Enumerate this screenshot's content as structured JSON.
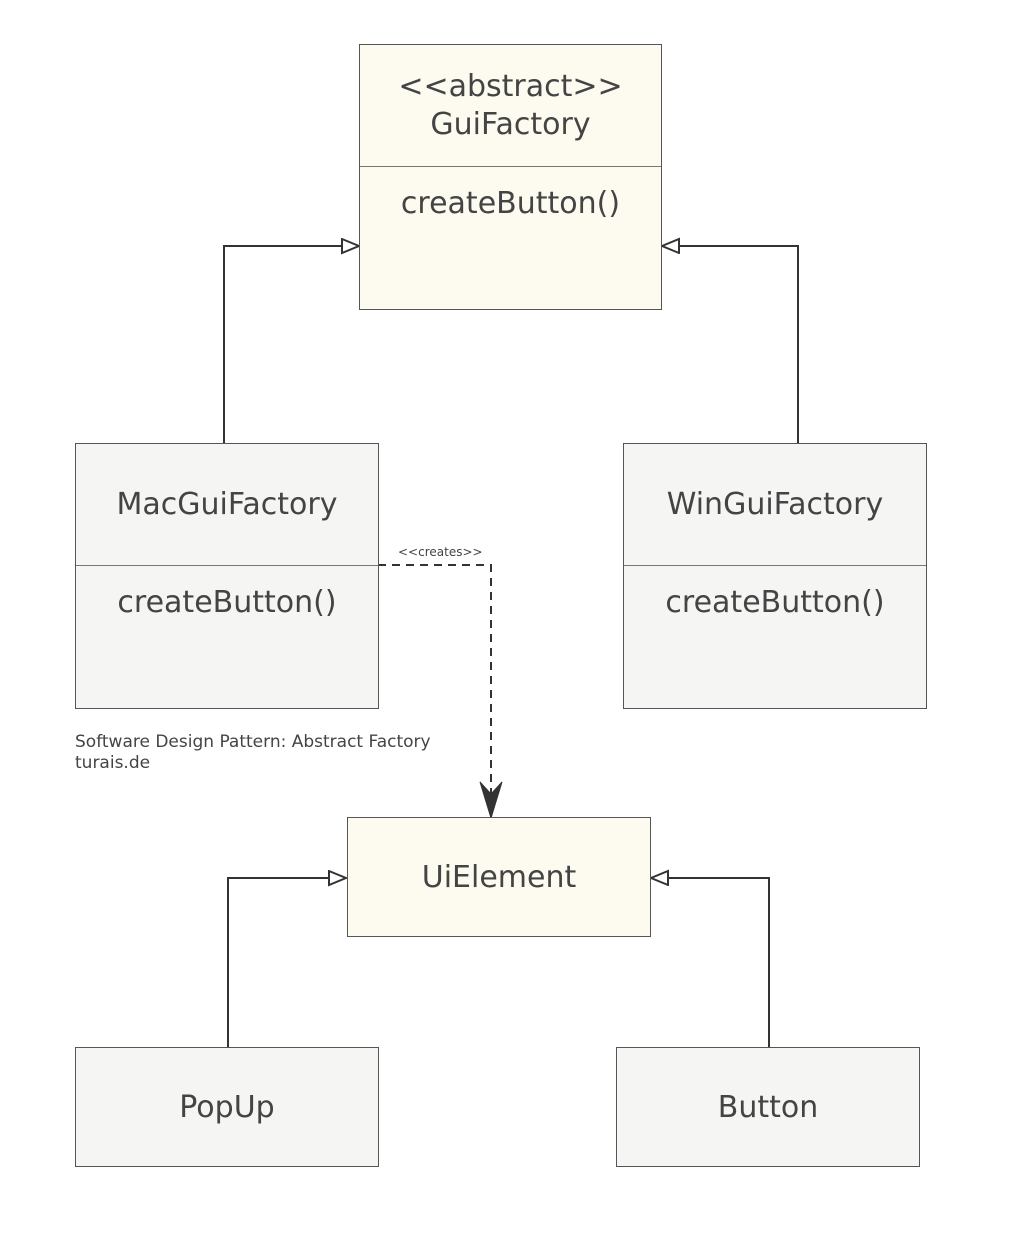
{
  "diagram": {
    "classes": {
      "gui_factory": {
        "stereotype": "<<abstract>>",
        "name": "GuiFactory",
        "operation": "createButton()"
      },
      "mac_gui_factory": {
        "name": "MacGuiFactory",
        "operation": "createButton()"
      },
      "win_gui_factory": {
        "name": "WinGuiFactory",
        "operation": "createButton()"
      },
      "ui_element": {
        "name": "UiElement"
      },
      "popup": {
        "name": "PopUp"
      },
      "button": {
        "name": "Button"
      }
    },
    "dependency_label": "<<creates>>",
    "caption": {
      "line1": "Software Design Pattern: Abstract Factory",
      "line2": "turais.de"
    },
    "colors": {
      "abstract_fill": "#fdfbf0",
      "concrete_fill": "#f5f5f4",
      "border": "#555555",
      "text": "#444444",
      "connector": "#333333"
    }
  }
}
